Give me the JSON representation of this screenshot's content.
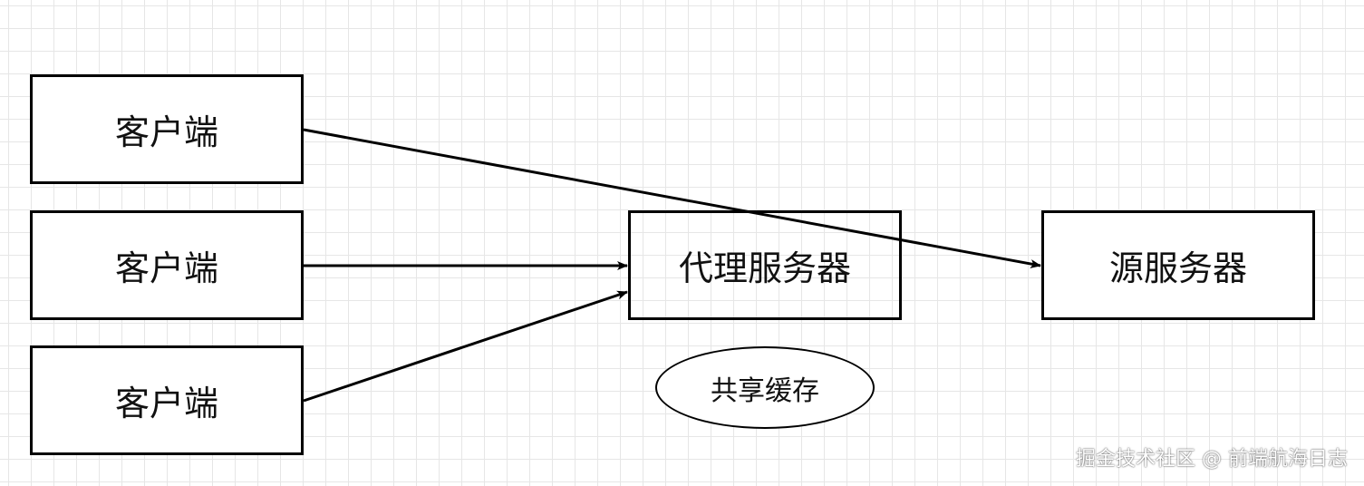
{
  "nodes": {
    "client_1": "客户端",
    "client_2": "客户端",
    "client_3": "客户端",
    "proxy": "代理服务器",
    "origin": "源服务器",
    "cache": "共享缓存"
  },
  "watermark": "掘金技术社区 @ 前端航海日志"
}
